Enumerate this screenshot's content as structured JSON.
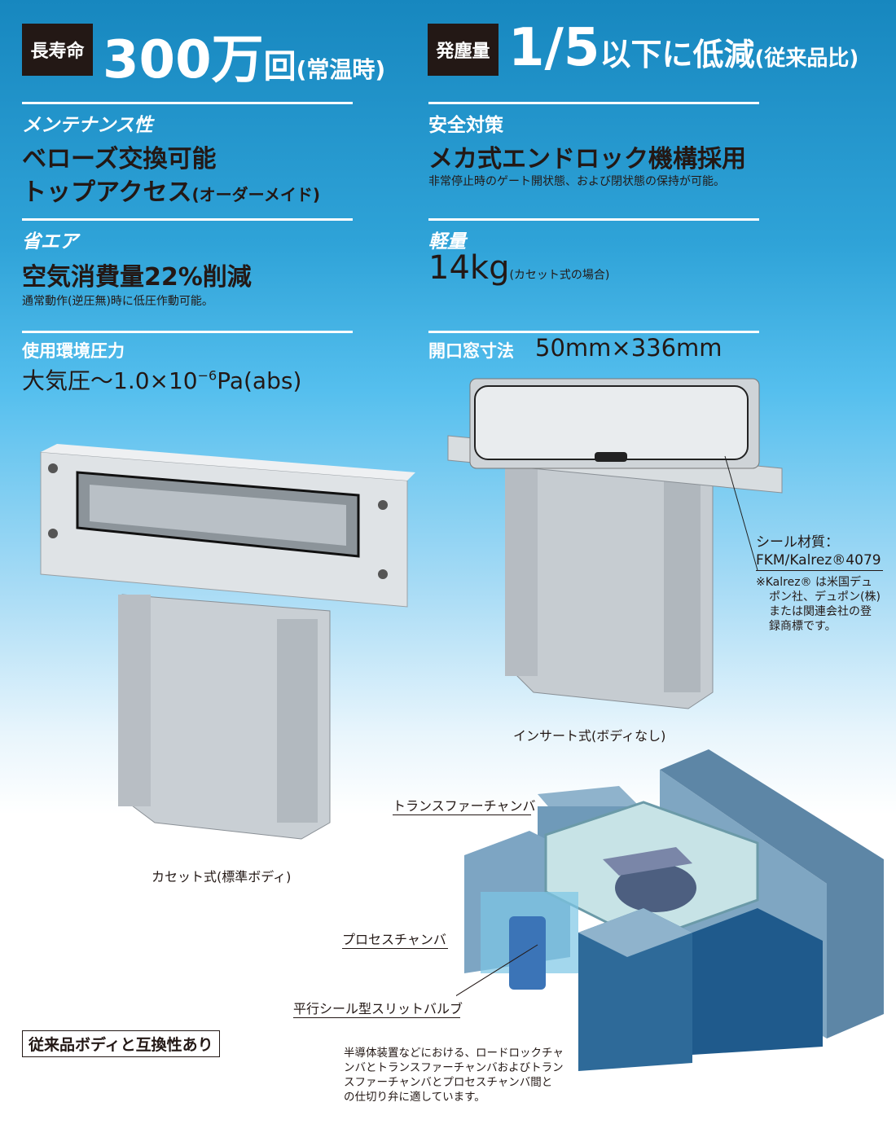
{
  "left": {
    "hero": {
      "tag": "長寿命",
      "value": "300万",
      "unit": "回",
      "note": "(常温時)"
    },
    "maintenance": {
      "heading": "メンテナンス性",
      "line1": "ベローズ交換可能",
      "line2": "トップアクセス",
      "line2_note": "(オーダーメイド)"
    },
    "air": {
      "heading": "省エア",
      "text": "空気消費量22%削減",
      "note": "通常動作(逆圧無)時に低圧作動可能。"
    },
    "pressure": {
      "heading": "使用環境圧力",
      "text": "大気圧〜1.0×10",
      "exp": "−6",
      "unit": "Pa(abs)"
    }
  },
  "right": {
    "hero": {
      "tag": "発塵量",
      "value": "1/5",
      "text": "以下に低減",
      "note": "(従来品比)"
    },
    "safety": {
      "heading": "安全対策",
      "text": "メカ式エンドロック機構採用",
      "note": "非常停止時のゲート開状態、および閉状態の保持が可能。"
    },
    "weight": {
      "heading": "軽量",
      "value": "14kg",
      "note": "(カセット式の場合)"
    },
    "opening": {
      "heading": "開口窓寸法",
      "value": "50mm×336mm"
    }
  },
  "images": {
    "cassette_caption": "カセット式(標準ボディ)",
    "insert_caption": "インサート式(ボディなし)",
    "seal_label": "シール材質：",
    "seal_value": "FKM/Kalrez®4079",
    "trademark_lines": [
      "※Kalrez® は米国デュ",
      "ポン社、デュポン(株)",
      "または関連会社の登",
      "録商標です。"
    ],
    "transfer_chamber": "トランスファーチャンバ",
    "process_chamber": "プロセスチャンバ",
    "slit_valve": "平行シール型スリットバルブ"
  },
  "compat_badge": "従来品ボディと互換性あり",
  "description_lines": [
    "半導体装置などにおける、ロードロックチャ",
    "ンバとトランスファーチャンバおよびトラン",
    "スファーチャンバとプロセスチャンバ間と",
    "の仕切り弁に適しています。"
  ]
}
